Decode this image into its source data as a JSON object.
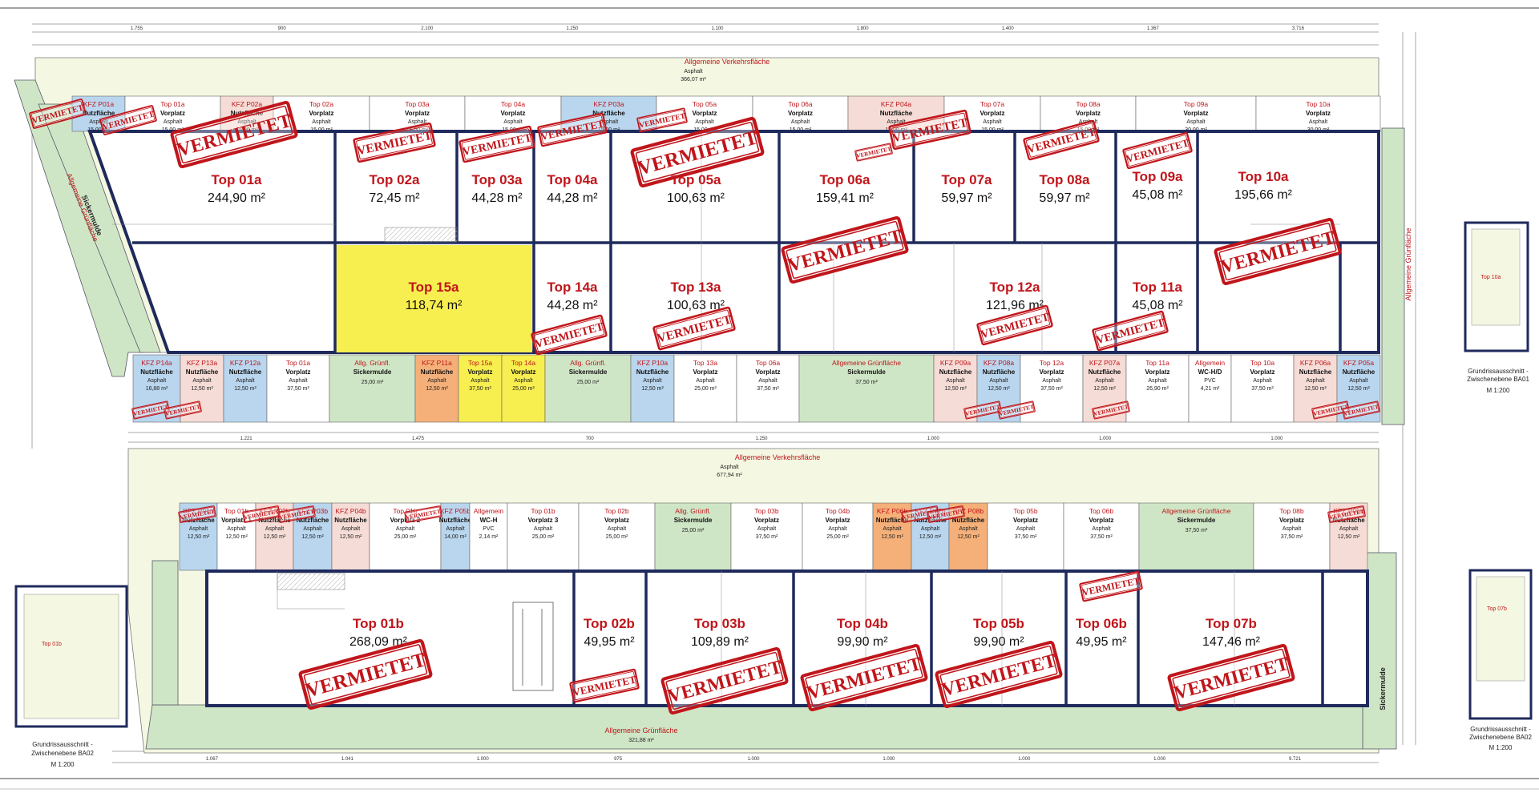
{
  "colors": {
    "wall": "#1f2a5c",
    "green": "#cfe6c6",
    "blue": "#b9d6ee",
    "pink": "#f6dcd6",
    "yellow": "#f7ee4f",
    "orange": "#f5b079",
    "red": "#c0161b",
    "pale": "#f4f8e2"
  },
  "stamp_text": "VERMIETET",
  "labels": {
    "verkehr_a": "Allgemeine Verkehrsfläche",
    "verkehr_a_sub": "Asphalt",
    "verkehr_a_area": "366,07 m²",
    "verkehr_b": "Allgemeine Verkehrsfläche",
    "verkehr_b_sub": "Asphalt",
    "verkehr_b_area": "677,94 m²",
    "gruen_bottom": "Allgemeine Grünfläche",
    "gruen_bottom_area": "321,88 m²",
    "gruen_right": "Allgemeine Grünfläche",
    "gruen_left": "Allgemeine Grünfläche",
    "sicker_left": "Sickermulde",
    "sicker_right_b": "Sickermulde",
    "ga_ba01_title": "Grundrissausschnitt -",
    "ga_ba01_sub": "Zwischenebene BA01",
    "ga_ba01_scale": "M 1:200",
    "ga_ba02l_title": "Grundrissausschnitt -",
    "ga_ba02l_sub": "Zwischenebene BA02",
    "ga_ba02l_scale": "M 1:200",
    "ga_ba02r_title": "Grundrissausschnitt -",
    "ga_ba02r_sub": "Zwischenebene BA02",
    "ga_ba02r_scale": "M 1:200",
    "inset_a_unit": "Top 10a",
    "inset_b_unit": "Top 01b",
    "inset_c_unit": "Top 07b"
  },
  "units": [
    {
      "name": "Top 01a",
      "area": "244,90 m²"
    },
    {
      "name": "Top 02a",
      "area": "72,45 m²"
    },
    {
      "name": "Top 03a",
      "area": "44,28 m²"
    },
    {
      "name": "Top 04a",
      "area": "44,28 m²"
    },
    {
      "name": "Top 05a",
      "area": "100,63 m²"
    },
    {
      "name": "Top 06a",
      "area": "159,41 m²"
    },
    {
      "name": "Top 07a",
      "area": "59,97 m²"
    },
    {
      "name": "Top 08a",
      "area": "59,97 m²"
    },
    {
      "name": "Top 09a",
      "area": "45,08 m²"
    },
    {
      "name": "Top 10a",
      "area": "195,66 m²"
    },
    {
      "name": "Top 15a",
      "area": "118,74 m²"
    },
    {
      "name": "Top 14a",
      "area": "44,28 m²"
    },
    {
      "name": "Top 13a",
      "area": "100,63 m²"
    },
    {
      "name": "Top 12a",
      "area": "121,96 m²"
    },
    {
      "name": "Top 11a",
      "area": "45,08 m²"
    },
    {
      "name": "Top 01b",
      "area": "268,09 m²"
    },
    {
      "name": "Top 02b",
      "area": "49,95 m²"
    },
    {
      "name": "Top 03b",
      "area": "109,89 m²"
    },
    {
      "name": "Top 04b",
      "area": "99,90 m²"
    },
    {
      "name": "Top 05b",
      "area": "99,90 m²"
    },
    {
      "name": "Top 06b",
      "area": "49,95 m²"
    },
    {
      "name": "Top 07b",
      "area": "147,46 m²"
    }
  ],
  "row1": [
    {
      "t": "KFZ P01a",
      "s": "Nutzfläche",
      "m": "Asphalt",
      "a": "15,00 m²"
    },
    {
      "t": "Top 01a",
      "s": "Vorplatz",
      "m": "Asphalt",
      "a": "15,00 m²"
    },
    {
      "t": "KFZ P02a",
      "s": "Nutzfläche",
      "m": "Asphalt",
      "a": "15,00 m²"
    },
    {
      "t": "Top 02a",
      "s": "Vorplatz",
      "m": "Asphalt",
      "a": "15,00 m²"
    },
    {
      "t": "Top 03a",
      "s": "Vorplatz",
      "m": "Asphalt",
      "a": "15,00 m²"
    },
    {
      "t": "Top 04a",
      "s": "Vorplatz",
      "m": "Asphalt",
      "a": "15,00 m²"
    },
    {
      "t": "KFZ P03a",
      "s": "Nutzfläche",
      "m": "Asphalt",
      "a": "15,00 m²"
    },
    {
      "t": "Top 05a",
      "s": "Vorplatz",
      "m": "Asphalt",
      "a": "15,00 m²"
    },
    {
      "t": "Top 06a",
      "s": "Vorplatz",
      "m": "Asphalt",
      "a": "15,00 m²"
    },
    {
      "t": "KFZ P04a",
      "s": "Nutzfläche",
      "m": "Asphalt",
      "a": "15,00 m²"
    },
    {
      "t": "Top 07a",
      "s": "Vorplatz",
      "m": "Asphalt",
      "a": "15,00 m²"
    },
    {
      "t": "Top 08a",
      "s": "Vorplatz",
      "m": "Asphalt",
      "a": "15,00 m²"
    },
    {
      "t": "Top 09a",
      "s": "Vorplatz",
      "m": "Asphalt",
      "a": "30,00 m²"
    },
    {
      "t": "Top 10a",
      "s": "Vorplatz",
      "m": "Asphalt",
      "a": "30,00 m²"
    }
  ],
  "row2": [
    {
      "t": "KFZ P14a",
      "s": "Nutzfläche",
      "m": "Asphalt",
      "a": "16,88 m²"
    },
    {
      "t": "KFZ P13a",
      "s": "Nutzfläche",
      "m": "Asphalt",
      "a": "12,50 m²"
    },
    {
      "t": "KFZ P12a",
      "s": "Nutzfläche",
      "m": "Asphalt",
      "a": "12,50 m²"
    },
    {
      "t": "Top 01a",
      "s": "Vorplatz",
      "m": "Asphalt",
      "a": "37,50 m²"
    },
    {
      "t": "Allg. Grünfl.",
      "s": "Sickermulde",
      "m": "",
      "a": "25,00 m²"
    },
    {
      "t": "KFZ P11a",
      "s": "Nutzfläche",
      "m": "Asphalt",
      "a": "12,50 m²"
    },
    {
      "t": "Top 15a",
      "s": "Vorplatz",
      "m": "Asphalt",
      "a": "37,50 m²"
    },
    {
      "t": "Top 14a",
      "s": "Vorplatz",
      "m": "Asphalt",
      "a": "25,00 m²"
    },
    {
      "t": "Allg. Grünfl.",
      "s": "Sickermulde",
      "m": "",
      "a": "25,00 m²"
    },
    {
      "t": "KFZ P10a",
      "s": "Nutzfläche",
      "m": "Asphalt",
      "a": "12,50 m²"
    },
    {
      "t": "Top 13a",
      "s": "Vorplatz",
      "m": "Asphalt",
      "a": "25,00 m²"
    },
    {
      "t": "Top 06a",
      "s": "Vorplatz",
      "m": "Asphalt",
      "a": "37,50 m²"
    },
    {
      "t": "Allgemeine Grünfläche",
      "s": "Sickermulde",
      "m": "",
      "a": "37,50 m²"
    },
    {
      "t": "KFZ P09a",
      "s": "Nutzfläche",
      "m": "Asphalt",
      "a": "12,50 m²"
    },
    {
      "t": "KFZ P08a",
      "s": "Nutzfläche",
      "m": "Asphalt",
      "a": "12,50 m²"
    },
    {
      "t": "Top 12a",
      "s": "Vorplatz",
      "m": "Asphalt",
      "a": "37,50 m²"
    },
    {
      "t": "KFZ P07a",
      "s": "Nutzfläche",
      "m": "Asphalt",
      "a": "12,50 m²"
    },
    {
      "t": "Top 11a",
      "s": "Vorplatz",
      "m": "Asphalt",
      "a": "26,90 m²"
    },
    {
      "t": "Allgemein",
      "s": "WC-H/D",
      "m": "PVC",
      "a": "4,21 m²"
    },
    {
      "t": "Top 10a",
      "s": "Vorplatz",
      "m": "Asphalt",
      "a": "37,50 m²"
    },
    {
      "t": "KFZ P06a",
      "s": "Nutzfläche",
      "m": "Asphalt",
      "a": "12,50 m²"
    },
    {
      "t": "KFZ P05a",
      "s": "Nutzfläche",
      "m": "Asphalt",
      "a": "12,50 m²"
    }
  ],
  "row3": [
    {
      "t": "KFZ P01b",
      "s": "Nutzfläche",
      "m": "Asphalt",
      "a": "12,50 m²"
    },
    {
      "t": "Top 01b",
      "s": "Vorplatz 1",
      "m": "Asphalt",
      "a": "12,50 m²"
    },
    {
      "t": "KFZ P02b",
      "s": "Nutzfläche",
      "m": "Asphalt",
      "a": "12,50 m²"
    },
    {
      "t": "KFZ P03b",
      "s": "Nutzfläche",
      "m": "Asphalt",
      "a": "12,50 m²"
    },
    {
      "t": "KFZ P04b",
      "s": "Nutzfläche",
      "m": "Asphalt",
      "a": "12,50 m²"
    },
    {
      "t": "Top 01b",
      "s": "Vorplatz 2",
      "m": "Asphalt",
      "a": "25,00 m²"
    },
    {
      "t": "KFZ P05b",
      "s": "Nutzfläche",
      "m": "Asphalt",
      "a": "14,00 m²"
    },
    {
      "t": "Allgemein",
      "s": "WC-H",
      "m": "PVC",
      "a": "2,14 m²"
    },
    {
      "t": "Top 01b",
      "s": "Vorplatz 3",
      "m": "Asphalt",
      "a": "25,00 m²"
    },
    {
      "t": "Top 02b",
      "s": "Vorplatz",
      "m": "Asphalt",
      "a": "25,00 m²"
    },
    {
      "t": "Allg. Grünfl.",
      "s": "Sickermulde",
      "m": "",
      "a": "25,00 m²"
    },
    {
      "t": "Top 03b",
      "s": "Vorplatz",
      "m": "Asphalt",
      "a": "37,50 m²"
    },
    {
      "t": "Top 04b",
      "s": "Vorplatz",
      "m": "Asphalt",
      "a": "25,00 m²"
    },
    {
      "t": "KFZ P06b",
      "s": "Nutzfläche",
      "m": "Asphalt",
      "a": "12,50 m²"
    },
    {
      "t": "KFZ P07b",
      "s": "Nutzfläche",
      "m": "Asphalt",
      "a": "12,50 m²"
    },
    {
      "t": "KFZ P08b",
      "s": "Nutzfläche",
      "m": "Asphalt",
      "a": "12,50 m²"
    },
    {
      "t": "Top 05b",
      "s": "Vorplatz",
      "m": "Asphalt",
      "a": "37,50 m²"
    },
    {
      "t": "Top 06b",
      "s": "Vorplatz",
      "m": "Asphalt",
      "a": "37,50 m²"
    },
    {
      "t": "Allgemeine Grünfläche",
      "s": "Sickermulde",
      "m": "",
      "a": "37,50 m²"
    },
    {
      "t": "Top 08b",
      "s": "Vorplatz",
      "m": "Asphalt",
      "a": "37,50 m²"
    },
    {
      "t": "KFZ P09b",
      "s": "Nutzfläche",
      "m": "Asphalt",
      "a": "12,50 m²"
    }
  ],
  "dims_top": [
    "1.755",
    "900",
    "2.100",
    "1.250",
    "1.100",
    "1.800",
    "1.400",
    "1.367",
    "3.716"
  ],
  "dims_mid": [
    "1.221",
    "1.475",
    "700",
    "1.250",
    "1.000",
    "1.000",
    "1.000"
  ],
  "dims_bottom": [
    "1.067",
    "1.041",
    "1.000",
    "975",
    "1.000",
    "1.000",
    "1.000",
    "1.000",
    "9.721"
  ]
}
